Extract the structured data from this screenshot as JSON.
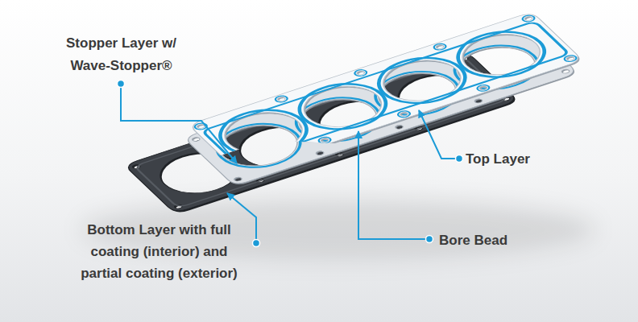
{
  "diagram": {
    "labels": [
      "Stopper Layer w/ Wave-Stopper®",
      "Top Layer",
      "Bottom Layer with full coating (interior) and partial coating (exterior)",
      "Bore Bead"
    ]
  }
}
